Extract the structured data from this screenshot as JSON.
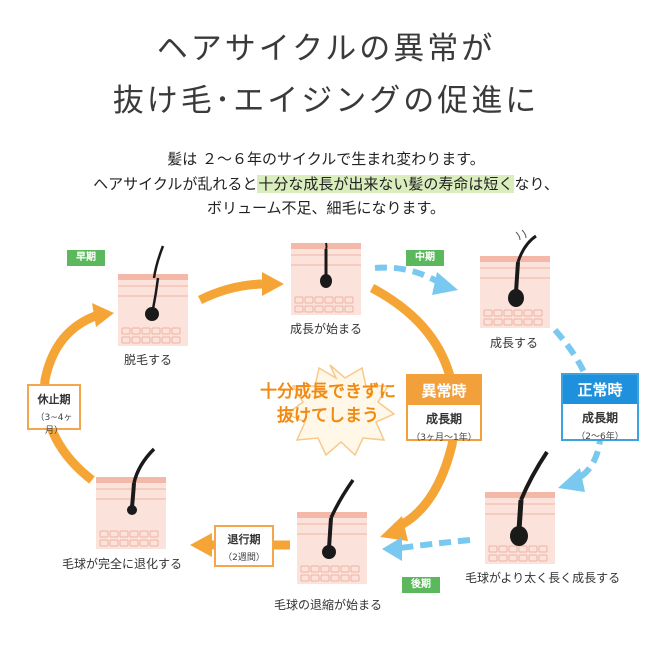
{
  "title": {
    "line1": "ヘアサイクルの異常が",
    "line2": "抜け毛･エイジングの促進に"
  },
  "body": {
    "line1": "髪は ２～６年のサイクルで生まれ変わります。",
    "line2_pre": "ヘアサイクルが乱れると",
    "line2_hl1": "十分な成長が出来ない髪の寿命は短く",
    "line2_post": "なり、",
    "line3": "ボリューム不足、細毛になります。"
  },
  "tags": {
    "early": "早期",
    "middle": "中期",
    "late": "後期"
  },
  "captions": {
    "shed": "脱毛する",
    "growth_start": "成長が始まる",
    "grows": "成長する",
    "grows_thick": "毛球がより太く長く成長する",
    "bulb_shrink": "毛球の退縮が始まる",
    "bulb_regress": "毛球が完全に退化する"
  },
  "rest_phase": {
    "label": "休止期",
    "duration": "（3~4ヶ月）"
  },
  "abnormal": {
    "header": "異常時",
    "phase": "成長期",
    "duration": "（3ヶ月～1年）"
  },
  "normal": {
    "header": "正常時",
    "phase": "成長期",
    "duration": "（2～6年）"
  },
  "regression_phase": {
    "label": "退行期",
    "duration": "（2週間）"
  },
  "center_callout": {
    "line1": "十分成長できずに",
    "line2": "抜けてしまう"
  },
  "colors": {
    "orange": "#f5a536",
    "blue": "#6cc3ee",
    "green": "#5bb85d",
    "skin": "#f6c9bd",
    "hair": "#1a1a1a"
  }
}
